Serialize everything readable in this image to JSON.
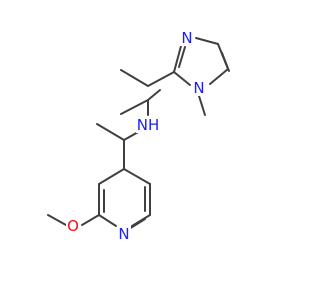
{
  "diagram": {
    "atoms": {
      "n_imidazole_top": {
        "text": "N",
        "color": "#1e22f0"
      },
      "n_imidazole_methyl": {
        "text": "N",
        "color": "#1e22f0"
      },
      "nh_amine": {
        "text": "NH",
        "color": "#1e22f0"
      },
      "n_pyridine": {
        "text": "N",
        "color": "#1e22f0"
      },
      "o_methoxy": {
        "text": "O",
        "color": "#ff0d0d"
      }
    },
    "bond_color": "#404040"
  }
}
